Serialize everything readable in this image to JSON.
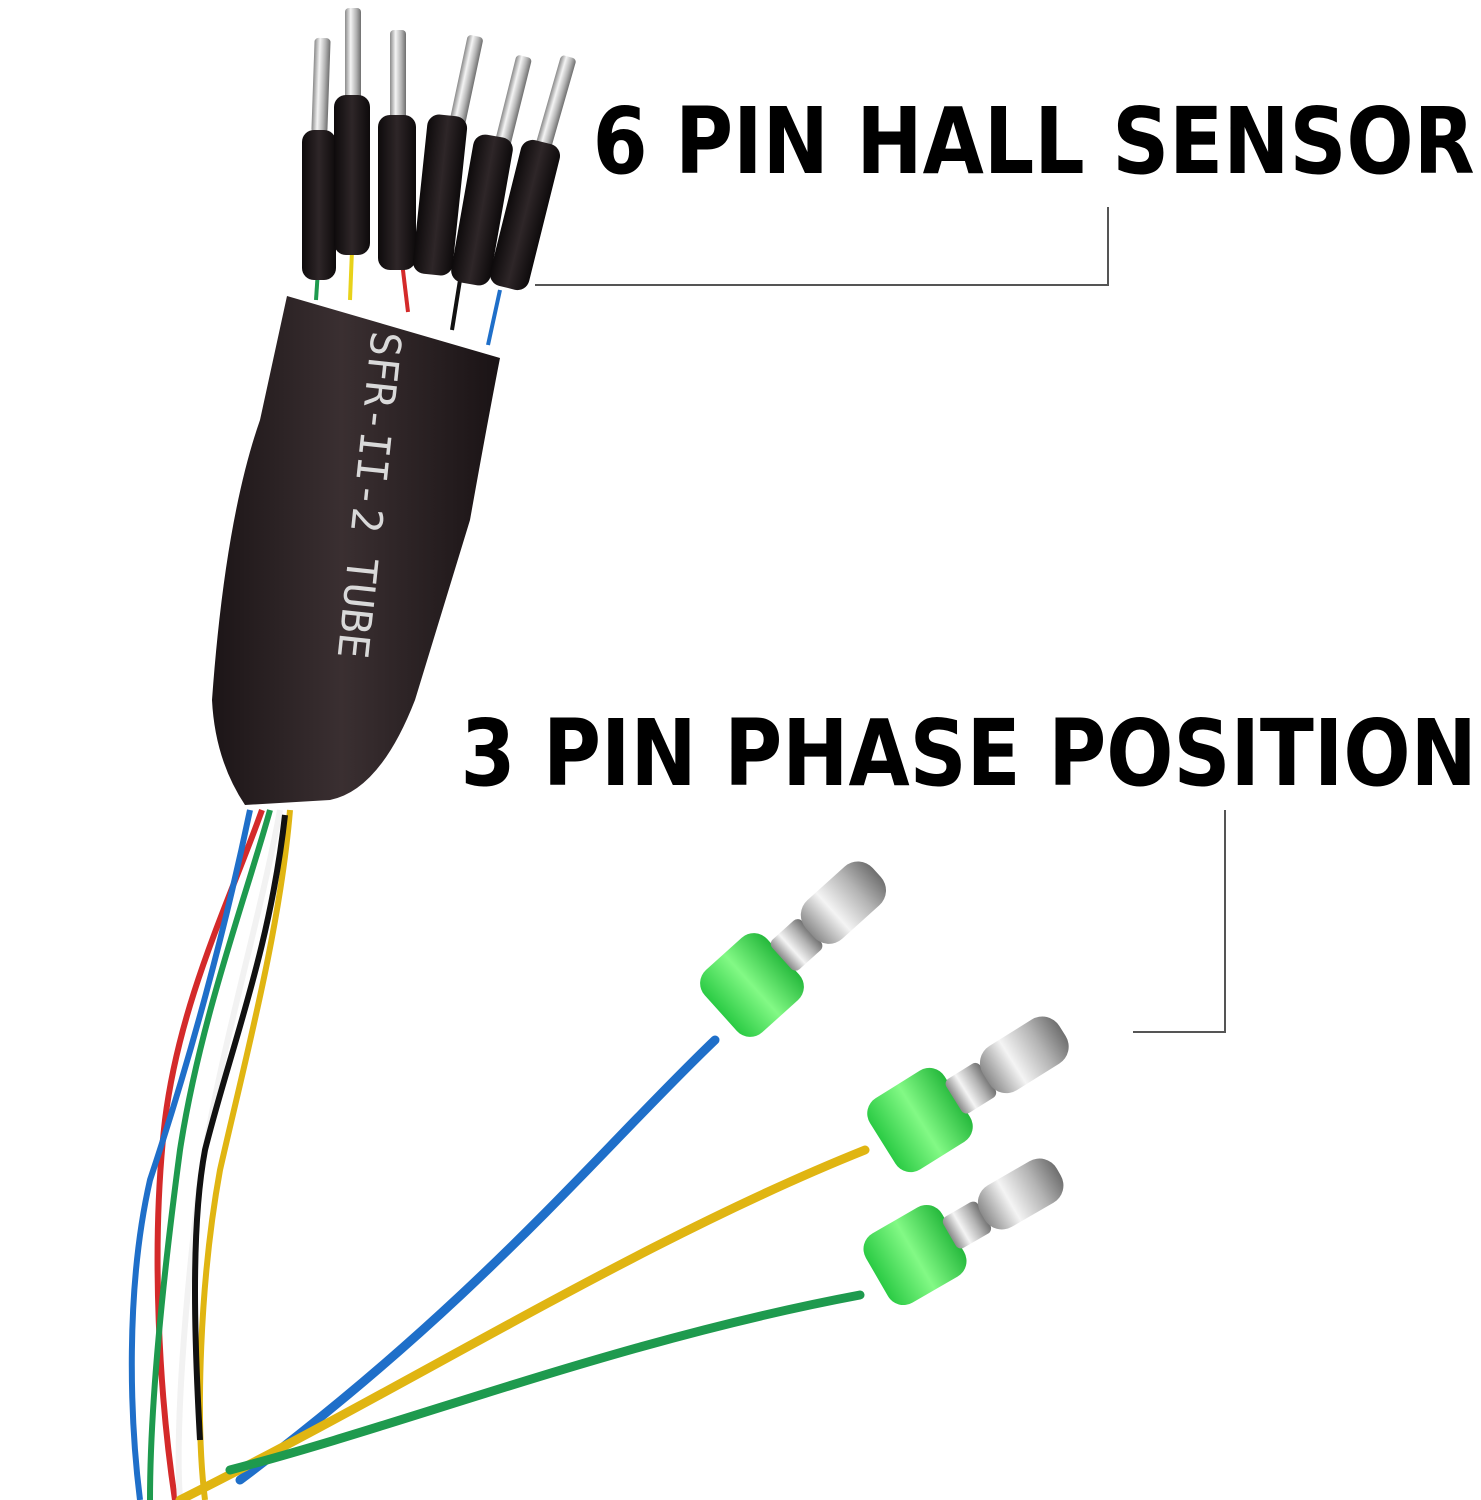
{
  "labels": {
    "hall_sensor": "6 PIN HALL SENSOR",
    "phase_position": "3 PIN PHASE POSITION"
  },
  "sleeve_print": "SFR-II-2  TUBE",
  "colors": {
    "background": "#ffffff",
    "text": "#000000",
    "heat_shrink": "#2b2224",
    "connector_sleeve": "#35e84a",
    "wire_blue": "#1f6fc9",
    "wire_yellow": "#e0b512",
    "wire_green": "#1e9a4e",
    "wire_red": "#d42a2a",
    "wire_black": "#111111",
    "wire_white": "#f2f2f2",
    "metal": "#c9c9c9"
  },
  "icons": [
    "hall-sensor-connector-pins",
    "bullet-connector"
  ]
}
